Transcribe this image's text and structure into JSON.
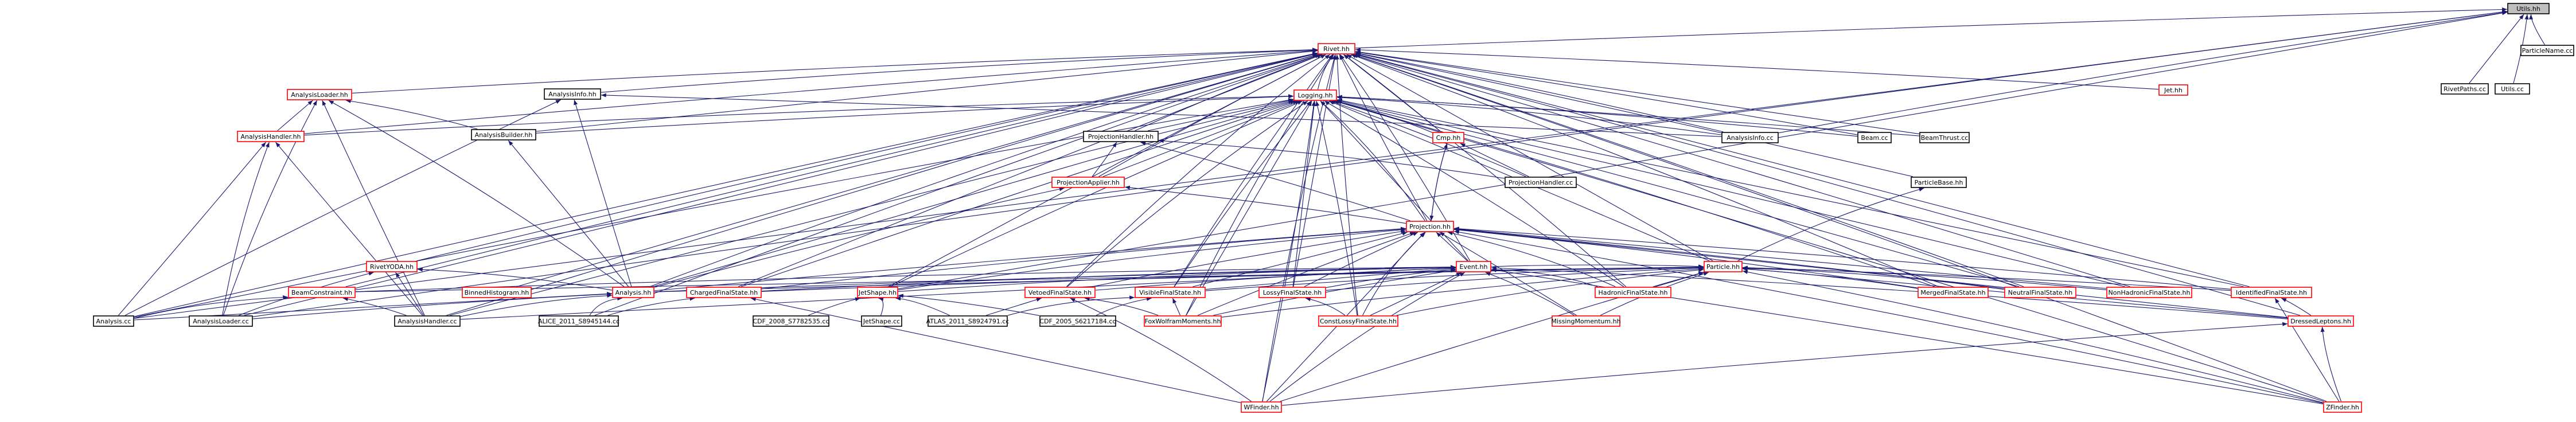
{
  "colors": {
    "edge": "#191970",
    "arrowhead": "#191970",
    "node_border_documented": "#000000",
    "node_border_undocumented": "#ff0000",
    "node_fill": "#ffffff",
    "root_fill": "#bfbfbf"
  },
  "nodes": [
    {
      "id": "utils_h",
      "label": "Utils.hh",
      "style": "root"
    },
    {
      "id": "particlename_cc",
      "label": "ParticleName.cc",
      "style": "black"
    },
    {
      "id": "rivet_hh",
      "label": "Rivet.hh",
      "style": "red"
    },
    {
      "id": "rivetpaths_cc",
      "label": "RivetPaths.cc",
      "style": "black"
    },
    {
      "id": "utils_cc",
      "label": "Utils.cc",
      "style": "black"
    },
    {
      "id": "jet_hh",
      "label": "Jet.hh",
      "style": "red"
    },
    {
      "id": "analysisloader_hh",
      "label": "AnalysisLoader.hh",
      "style": "red"
    },
    {
      "id": "analysisinfo_hh",
      "label": "AnalysisInfo.hh",
      "style": "black"
    },
    {
      "id": "logging_hh",
      "label": "Logging.hh",
      "style": "red"
    },
    {
      "id": "analysishandler_hh",
      "label": "AnalysisHandler.hh",
      "style": "red"
    },
    {
      "id": "analysisbuilder_hh",
      "label": "AnalysisBuilder.hh",
      "style": "black"
    },
    {
      "id": "projectionhandler_hh",
      "label": "ProjectionHandler.hh",
      "style": "black"
    },
    {
      "id": "cmp_hh",
      "label": "Cmp.hh",
      "style": "red"
    },
    {
      "id": "analysisinfo_cc",
      "label": "AnalysisInfo.cc",
      "style": "black"
    },
    {
      "id": "beam_cc",
      "label": "Beam.cc",
      "style": "black"
    },
    {
      "id": "beamthrust_cc",
      "label": "BeamThrust.cc",
      "style": "black"
    },
    {
      "id": "projectionapplier_hh",
      "label": "ProjectionApplier.hh",
      "style": "red"
    },
    {
      "id": "projectionhandler_cc",
      "label": "ProjectionHandler.cc",
      "style": "black"
    },
    {
      "id": "particlebase_hh",
      "label": "ParticleBase.hh",
      "style": "black"
    },
    {
      "id": "projection_hh",
      "label": "Projection.hh",
      "style": "red"
    },
    {
      "id": "rivetyoda_hh",
      "label": "RivetYODA.hh",
      "style": "red"
    },
    {
      "id": "event_hh",
      "label": "Event.hh",
      "style": "red"
    },
    {
      "id": "particle_hh",
      "label": "Particle.hh",
      "style": "red"
    },
    {
      "id": "beamconstraint_hh",
      "label": "BeamConstraint.hh",
      "style": "red"
    },
    {
      "id": "binnedhistogram_hh",
      "label": "BinnedHistogram.hh",
      "style": "red"
    },
    {
      "id": "analysis_hh",
      "label": "Analysis.hh",
      "style": "red"
    },
    {
      "id": "chargedfinalstate_hh",
      "label": "ChargedFinalState.hh",
      "style": "red"
    },
    {
      "id": "jetshape_hh",
      "label": "JetShape.hh",
      "style": "red"
    },
    {
      "id": "vetoedfinalstate_hh",
      "label": "VetoedFinalState.hh",
      "style": "red"
    },
    {
      "id": "visiblefinalstate_hh",
      "label": "VisibleFinalState.hh",
      "style": "red"
    },
    {
      "id": "lossyfinalstate_hh",
      "label": "LossyFinalState.hh",
      "style": "red"
    },
    {
      "id": "hadronicfinalstate_hh",
      "label": "HadronicFinalState.hh",
      "style": "red"
    },
    {
      "id": "mergedfinalstate_hh",
      "label": "MergedFinalState.hh",
      "style": "red"
    },
    {
      "id": "neutralfinalstate_hh",
      "label": "NeutralFinalState.hh",
      "style": "red"
    },
    {
      "id": "nonhadronicfinalstate_hh",
      "label": "NonHadronicFinalState.hh",
      "style": "red"
    },
    {
      "id": "identifiedfinalstate_hh",
      "label": "IdentifiedFinalState.hh",
      "style": "red"
    },
    {
      "id": "analysis_cc",
      "label": "Analysis.cc",
      "style": "black"
    },
    {
      "id": "analysisloader_cc",
      "label": "AnalysisLoader.cc",
      "style": "black"
    },
    {
      "id": "analysishandler_cc",
      "label": "AnalysisHandler.cc",
      "style": "black"
    },
    {
      "id": "alice_cc",
      "label": "ALICE_2011_S8945144.cc",
      "style": "black"
    },
    {
      "id": "cdf2008_cc",
      "label": "CDF_2008_S7782535.cc",
      "style": "black"
    },
    {
      "id": "jetshape_cc",
      "label": "JetShape.cc",
      "style": "black"
    },
    {
      "id": "atlas_cc",
      "label": "ATLAS_2011_S8924791.cc",
      "style": "black"
    },
    {
      "id": "cdf2005_cc",
      "label": "CDF_2005_S6217184.cc",
      "style": "black"
    },
    {
      "id": "foxwolfram_hh",
      "label": "FoxWolframMoments.hh",
      "style": "red"
    },
    {
      "id": "constlossy_hh",
      "label": "ConstLossyFinalState.hh",
      "style": "red"
    },
    {
      "id": "missingmomentum_hh",
      "label": "MissingMomentum.hh",
      "style": "red"
    },
    {
      "id": "dressedleptons_hh",
      "label": "DressedLeptons.hh",
      "style": "red"
    },
    {
      "id": "wfinder_hh",
      "label": "WFinder.hh",
      "style": "red"
    },
    {
      "id": "zfinder_hh",
      "label": "ZFinder.hh",
      "style": "red"
    }
  ],
  "edges": [
    [
      "particlename_cc",
      "utils_h"
    ],
    [
      "rivet_hh",
      "utils_h"
    ],
    [
      "rivetpaths_cc",
      "utils_h"
    ],
    [
      "utils_cc",
      "utils_h"
    ],
    [
      "analysisinfo_cc",
      "utils_h"
    ],
    [
      "analysisloader_cc",
      "utils_h"
    ],
    [
      "analysis_cc",
      "utils_h"
    ],
    [
      "jetshape_hh",
      "utils_h"
    ],
    [
      "jet_hh",
      "rivet_hh"
    ],
    [
      "analysisloader_hh",
      "rivet_hh"
    ],
    [
      "analysisinfo_hh",
      "rivet_hh"
    ],
    [
      "logging_hh",
      "rivet_hh"
    ],
    [
      "analysisbuilder_hh",
      "rivet_hh"
    ],
    [
      "analysishandler_hh",
      "rivet_hh"
    ],
    [
      "projectionhandler_hh",
      "rivet_hh"
    ],
    [
      "cmp_hh",
      "rivet_hh"
    ],
    [
      "beam_cc",
      "rivet_hh"
    ],
    [
      "beamthrust_cc",
      "rivet_hh"
    ],
    [
      "analysisinfo_cc",
      "rivet_hh"
    ],
    [
      "projectionapplier_hh",
      "rivet_hh"
    ],
    [
      "projection_hh",
      "rivet_hh"
    ],
    [
      "particlebase_hh",
      "rivet_hh"
    ],
    [
      "particle_hh",
      "rivet_hh"
    ],
    [
      "event_hh",
      "rivet_hh"
    ],
    [
      "rivetyoda_hh",
      "rivet_hh"
    ],
    [
      "analysis_hh",
      "rivet_hh"
    ],
    [
      "beamconstraint_hh",
      "rivet_hh"
    ],
    [
      "binnedhistogram_hh",
      "rivet_hh"
    ],
    [
      "chargedfinalstate_hh",
      "rivet_hh"
    ],
    [
      "jetshape_hh",
      "rivet_hh"
    ],
    [
      "vetoedfinalstate_hh",
      "rivet_hh"
    ],
    [
      "visiblefinalstate_hh",
      "rivet_hh"
    ],
    [
      "lossyfinalstate_hh",
      "rivet_hh"
    ],
    [
      "hadronicfinalstate_hh",
      "rivet_hh"
    ],
    [
      "mergedfinalstate_hh",
      "rivet_hh"
    ],
    [
      "neutralfinalstate_hh",
      "rivet_hh"
    ],
    [
      "nonhadronicfinalstate_hh",
      "rivet_hh"
    ],
    [
      "identifiedfinalstate_hh",
      "rivet_hh"
    ],
    [
      "dressedleptons_hh",
      "rivet_hh"
    ],
    [
      "zfinder_hh",
      "rivet_hh"
    ],
    [
      "wfinder_hh",
      "rivet_hh"
    ],
    [
      "analysis_cc",
      "rivet_hh"
    ],
    [
      "analysisloader_cc",
      "rivet_hh"
    ],
    [
      "analysishandler_cc",
      "rivet_hh"
    ],
    [
      "alice_cc",
      "rivet_hh"
    ],
    [
      "foxwolfram_hh",
      "rivet_hh"
    ],
    [
      "constlossy_hh",
      "rivet_hh"
    ],
    [
      "analysishandler_hh",
      "analysisloader_hh"
    ],
    [
      "analysisbuilder_hh",
      "analysisloader_hh"
    ],
    [
      "analysis_hh",
      "analysisloader_hh"
    ],
    [
      "analysisloader_cc",
      "analysisloader_hh"
    ],
    [
      "analysishandler_cc",
      "analysisloader_hh"
    ],
    [
      "analysis_hh",
      "analysisinfo_hh"
    ],
    [
      "analysisinfo_cc",
      "analysisinfo_hh"
    ],
    [
      "analysis_cc",
      "analysisinfo_hh"
    ],
    [
      "analysishandler_hh",
      "logging_hh"
    ],
    [
      "analysisbuilder_hh",
      "logging_hh"
    ],
    [
      "projectionhandler_hh",
      "logging_hh"
    ],
    [
      "cmp_hh",
      "logging_hh"
    ],
    [
      "analysisinfo_cc",
      "logging_hh"
    ],
    [
      "beam_cc",
      "logging_hh"
    ],
    [
      "beamthrust_cc",
      "logging_hh"
    ],
    [
      "projectionapplier_hh",
      "logging_hh"
    ],
    [
      "projectionhandler_cc",
      "logging_hh"
    ],
    [
      "projection_hh",
      "logging_hh"
    ],
    [
      "event_hh",
      "logging_hh"
    ],
    [
      "particle_hh",
      "logging_hh"
    ],
    [
      "analysis_hh",
      "logging_hh"
    ],
    [
      "chargedfinalstate_hh",
      "logging_hh"
    ],
    [
      "jetshape_hh",
      "logging_hh"
    ],
    [
      "vetoedfinalstate_hh",
      "logging_hh"
    ],
    [
      "visiblefinalstate_hh",
      "logging_hh"
    ],
    [
      "lossyfinalstate_hh",
      "logging_hh"
    ],
    [
      "hadronicfinalstate_hh",
      "logging_hh"
    ],
    [
      "mergedfinalstate_hh",
      "logging_hh"
    ],
    [
      "neutralfinalstate_hh",
      "logging_hh"
    ],
    [
      "nonhadronicfinalstate_hh",
      "logging_hh"
    ],
    [
      "identifiedfinalstate_hh",
      "logging_hh"
    ],
    [
      "zfinder_hh",
      "logging_hh"
    ],
    [
      "wfinder_hh",
      "logging_hh"
    ],
    [
      "analysis_cc",
      "logging_hh"
    ],
    [
      "analysishandler_cc",
      "logging_hh"
    ],
    [
      "foxwolfram_hh",
      "logging_hh"
    ],
    [
      "constlossy_hh",
      "logging_hh"
    ],
    [
      "analysis_cc",
      "analysishandler_hh"
    ],
    [
      "analysisloader_cc",
      "analysishandler_hh"
    ],
    [
      "analysishandler_cc",
      "analysishandler_hh"
    ],
    [
      "analysis_hh",
      "analysisbuilder_hh"
    ],
    [
      "projectionapplier_hh",
      "projectionhandler_hh"
    ],
    [
      "projectionhandler_cc",
      "projectionhandler_hh"
    ],
    [
      "projection_hh",
      "projectionhandler_hh"
    ],
    [
      "projection_hh",
      "cmp_hh"
    ],
    [
      "projectionhandler_cc",
      "cmp_hh"
    ],
    [
      "projection_hh",
      "projectionapplier_hh"
    ],
    [
      "analysis_hh",
      "projectionapplier_hh"
    ],
    [
      "particle_hh",
      "particlebase_hh"
    ],
    [
      "cmp_hh",
      "projection_hh"
    ],
    [
      "event_hh",
      "projection_hh"
    ],
    [
      "analysis_hh",
      "projection_hh"
    ],
    [
      "chargedfinalstate_hh",
      "projection_hh"
    ],
    [
      "jetshape_hh",
      "projection_hh"
    ],
    [
      "vetoedfinalstate_hh",
      "projection_hh"
    ],
    [
      "visiblefinalstate_hh",
      "projection_hh"
    ],
    [
      "lossyfinalstate_hh",
      "projection_hh"
    ],
    [
      "hadronicfinalstate_hh",
      "projection_hh"
    ],
    [
      "mergedfinalstate_hh",
      "projection_hh"
    ],
    [
      "neutralfinalstate_hh",
      "projection_hh"
    ],
    [
      "nonhadronicfinalstate_hh",
      "projection_hh"
    ],
    [
      "identifiedfinalstate_hh",
      "projection_hh"
    ],
    [
      "foxwolfram_hh",
      "projection_hh"
    ],
    [
      "constlossy_hh",
      "projection_hh"
    ],
    [
      "missingmomentum_hh",
      "projection_hh"
    ],
    [
      "dressedleptons_hh",
      "projection_hh"
    ],
    [
      "wfinder_hh",
      "projection_hh"
    ],
    [
      "zfinder_hh",
      "projection_hh"
    ],
    [
      "analysis_hh",
      "rivetyoda_hh"
    ],
    [
      "analysisloader_cc",
      "rivetyoda_hh"
    ],
    [
      "analysishandler_cc",
      "rivetyoda_hh"
    ],
    [
      "analysis_hh",
      "event_hh"
    ],
    [
      "chargedfinalstate_hh",
      "event_hh"
    ],
    [
      "jetshape_hh",
      "event_hh"
    ],
    [
      "vetoedfinalstate_hh",
      "event_hh"
    ],
    [
      "visiblefinalstate_hh",
      "event_hh"
    ],
    [
      "lossyfinalstate_hh",
      "event_hh"
    ],
    [
      "hadronicfinalstate_hh",
      "event_hh"
    ],
    [
      "beamconstraint_hh",
      "event_hh"
    ],
    [
      "foxwolfram_hh",
      "event_hh"
    ],
    [
      "constlossy_hh",
      "event_hh"
    ],
    [
      "missingmomentum_hh",
      "event_hh"
    ],
    [
      "dressedleptons_hh",
      "event_hh"
    ],
    [
      "wfinder_hh",
      "event_hh"
    ],
    [
      "zfinder_hh",
      "event_hh"
    ],
    [
      "analysishandler_cc",
      "event_hh"
    ],
    [
      "event_hh",
      "particle_hh"
    ],
    [
      "chargedfinalstate_hh",
      "particle_hh"
    ],
    [
      "visiblefinalstate_hh",
      "particle_hh"
    ],
    [
      "lossyfinalstate_hh",
      "particle_hh"
    ],
    [
      "hadronicfinalstate_hh",
      "particle_hh"
    ],
    [
      "mergedfinalstate_hh",
      "particle_hh"
    ],
    [
      "neutralfinalstate_hh",
      "particle_hh"
    ],
    [
      "nonhadronicfinalstate_hh",
      "particle_hh"
    ],
    [
      "identifiedfinalstate_hh",
      "particle_hh"
    ],
    [
      "beamconstraint_hh",
      "particle_hh"
    ],
    [
      "analysis_hh",
      "particle_hh"
    ],
    [
      "foxwolfram_hh",
      "particle_hh"
    ],
    [
      "constlossy_hh",
      "particle_hh"
    ],
    [
      "missingmomentum_hh",
      "particle_hh"
    ],
    [
      "dressedleptons_hh",
      "particle_hh"
    ],
    [
      "wfinder_hh",
      "particle_hh"
    ],
    [
      "zfinder_hh",
      "particle_hh"
    ],
    [
      "analysis_cc",
      "beamconstraint_hh"
    ],
    [
      "analysishandler_cc",
      "beamconstraint_hh"
    ],
    [
      "analysis_cc",
      "analysis_hh"
    ],
    [
      "analysisloader_cc",
      "analysis_hh"
    ],
    [
      "analysishandler_cc",
      "analysis_hh"
    ],
    [
      "alice_cc",
      "analysis_hh"
    ],
    [
      "alice_cc",
      "chargedfinalstate_hh"
    ],
    [
      "wfinder_hh",
      "chargedfinalstate_hh"
    ],
    [
      "cdf2008_cc",
      "jetshape_hh"
    ],
    [
      "jetshape_cc",
      "jetshape_hh"
    ],
    [
      "atlas_cc",
      "jetshape_hh"
    ],
    [
      "cdf2005_cc",
      "jetshape_hh"
    ],
    [
      "atlas_cc",
      "vetoedfinalstate_hh"
    ],
    [
      "foxwolfram_hh",
      "vetoedfinalstate_hh"
    ],
    [
      "wfinder_hh",
      "vetoedfinalstate_hh"
    ],
    [
      "atlas_cc",
      "visiblefinalstate_hh"
    ],
    [
      "cdf2005_cc",
      "visiblefinalstate_hh"
    ],
    [
      "foxwolfram_hh",
      "visiblefinalstate_hh"
    ],
    [
      "constlossy_hh",
      "lossyfinalstate_hh"
    ],
    [
      "wfinder_hh",
      "dressedleptons_hh"
    ],
    [
      "zfinder_hh",
      "dressedleptons_hh"
    ],
    [
      "dressedleptons_hh",
      "identifiedfinalstate_hh"
    ],
    [
      "zfinder_hh",
      "identifiedfinalstate_hh"
    ]
  ]
}
